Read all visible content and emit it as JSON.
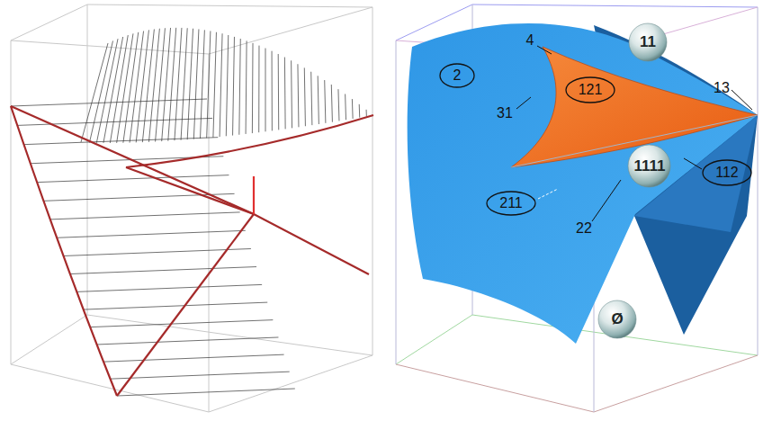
{
  "diagram": {
    "nodes": [
      {
        "text": [
          "11"
        ]
      },
      {
        "text": [
          "2"
        ]
      },
      {
        "text": [
          "121"
        ]
      },
      {
        "text": [
          "1111"
        ]
      },
      {
        "text": [
          "112"
        ]
      },
      {
        "text": [
          "211"
        ]
      },
      {
        "text": [
          "Ø"
        ]
      }
    ],
    "labels": [
      "4",
      "31",
      "13",
      "22"
    ]
  }
}
